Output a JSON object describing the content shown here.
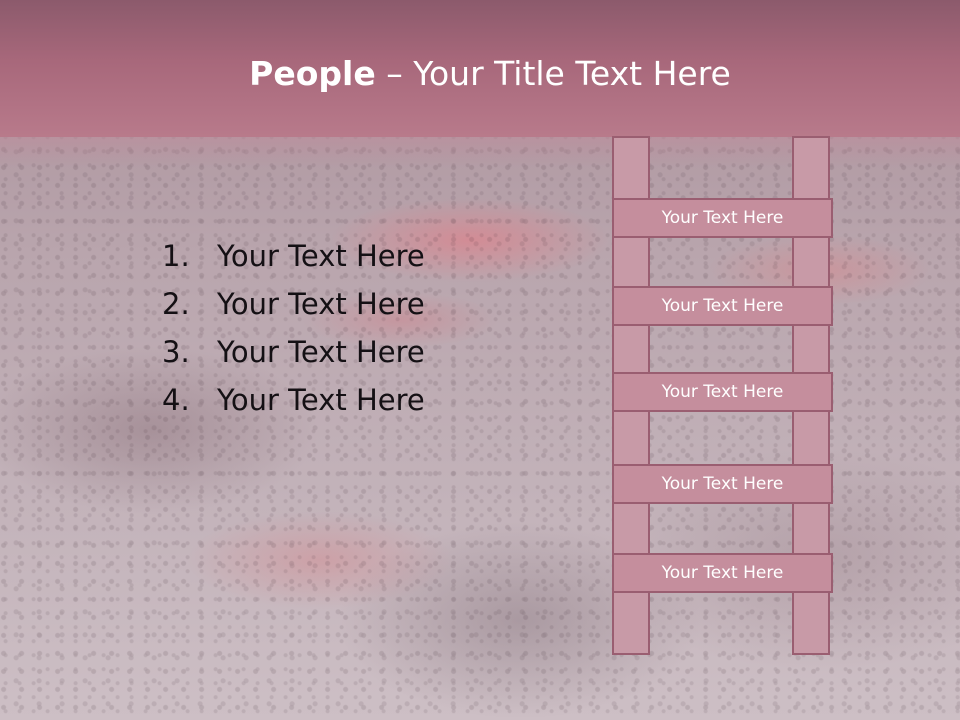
{
  "title": {
    "bold": "People",
    "rest": " – Your Title Text Here"
  },
  "list": [
    {
      "num": "1.",
      "text": "Your Text Here"
    },
    {
      "num": "2.",
      "text": "Your Text Here"
    },
    {
      "num": "3.",
      "text": "Your Text Here"
    },
    {
      "num": "4.",
      "text": "Your Text Here"
    }
  ],
  "ladder": {
    "rungs": [
      "Your Text Here",
      "Your Text Here",
      "Your Text Here",
      "Your Text Here",
      "Your Text Here"
    ]
  },
  "colors": {
    "title_bar": "#a8687b",
    "ladder_fill": "#c58e9d",
    "ladder_border": "#9a5e71"
  }
}
